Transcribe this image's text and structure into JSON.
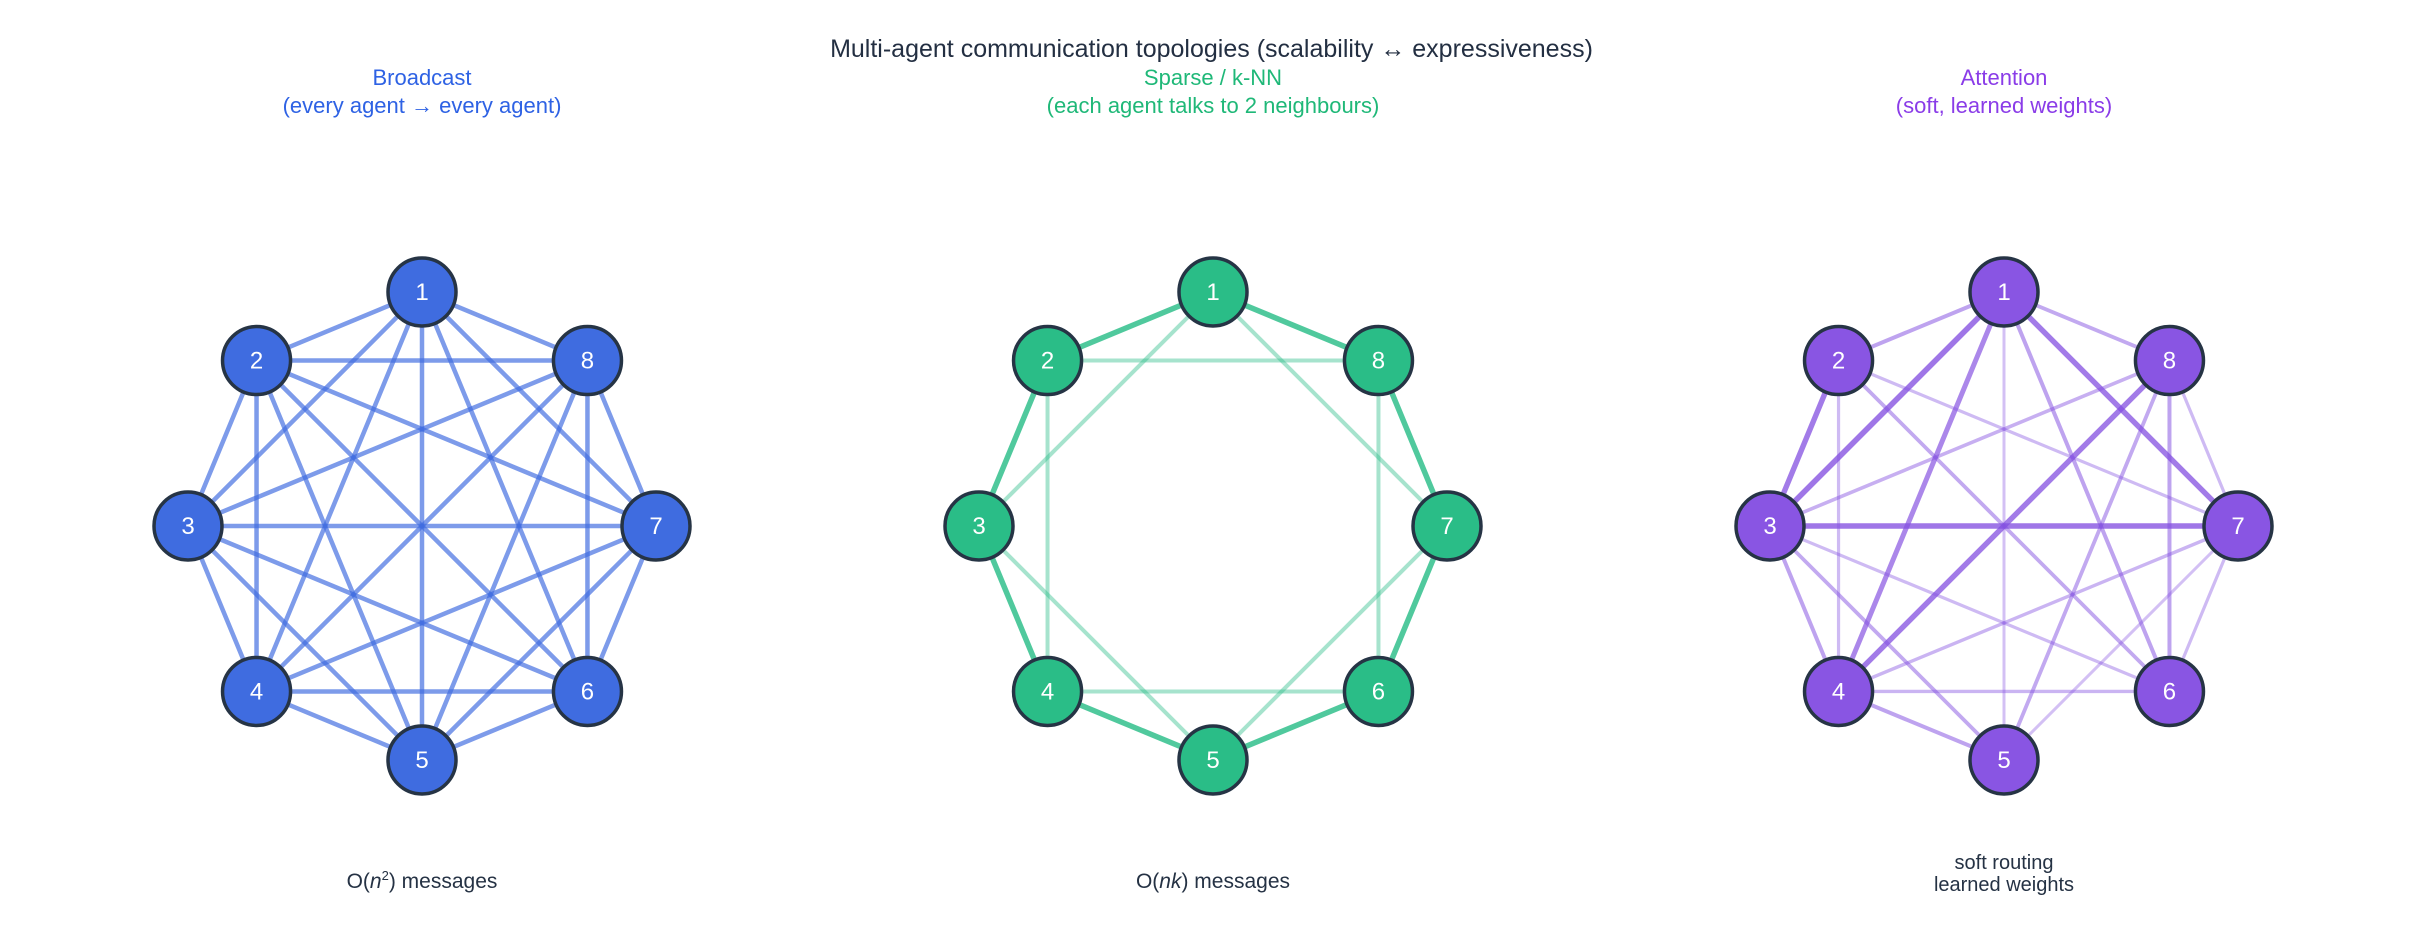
{
  "figure": {
    "title": "Multi-agent communication topologies (scalability ↔ expressiveness)",
    "title_color": "#232f42",
    "background": "#ffffff"
  },
  "node_labels": [
    "1",
    "2",
    "3",
    "4",
    "5",
    "6",
    "7",
    "8"
  ],
  "panels": [
    {
      "id": "broadcast",
      "subtitle_line1": "Broadcast",
      "subtitle_line2": "(every agent → every agent)",
      "accent": "#2e62e4",
      "node_fill": "#3f6ce0",
      "node_border": "#263445",
      "node_label_color": "#ffffff",
      "edge_color": "#3f6ce0",
      "edge_style": "complete",
      "edges_complete": [
        [
          1,
          2
        ],
        [
          1,
          3
        ],
        [
          1,
          4
        ],
        [
          1,
          5
        ],
        [
          1,
          6
        ],
        [
          1,
          7
        ],
        [
          1,
          8
        ],
        [
          2,
          3
        ],
        [
          2,
          4
        ],
        [
          2,
          5
        ],
        [
          2,
          6
        ],
        [
          2,
          7
        ],
        [
          2,
          8
        ],
        [
          3,
          4
        ],
        [
          3,
          5
        ],
        [
          3,
          6
        ],
        [
          3,
          7
        ],
        [
          3,
          8
        ],
        [
          4,
          5
        ],
        [
          4,
          6
        ],
        [
          4,
          7
        ],
        [
          4,
          8
        ],
        [
          5,
          6
        ],
        [
          5,
          7
        ],
        [
          5,
          8
        ],
        [
          6,
          7
        ],
        [
          6,
          8
        ],
        [
          7,
          8
        ]
      ],
      "caption": {
        "pre": "O(",
        "var": "n",
        "sup": "2",
        "post": ") messages",
        "line2": ""
      }
    },
    {
      "id": "sparse-knn",
      "subtitle_line1": "Sparse / k-NN",
      "subtitle_line2": "(each agent talks to 2 neighbours)",
      "accent": "#1fb878",
      "node_fill": "#2abd87",
      "node_border": "#263445",
      "node_label_color": "#ffffff",
      "edge_color": "#2abd87",
      "edge_style": "ring-skip",
      "edges_ring": [
        [
          1,
          2
        ],
        [
          2,
          3
        ],
        [
          3,
          4
        ],
        [
          4,
          5
        ],
        [
          5,
          6
        ],
        [
          6,
          7
        ],
        [
          7,
          8
        ],
        [
          8,
          1
        ]
      ],
      "edges_skip": [
        [
          1,
          3
        ],
        [
          2,
          4
        ],
        [
          3,
          5
        ],
        [
          4,
          6
        ],
        [
          5,
          7
        ],
        [
          6,
          8
        ],
        [
          7,
          1
        ],
        [
          8,
          2
        ]
      ],
      "caption": {
        "pre": "O(",
        "var": "nk",
        "sup": "",
        "post": ") messages",
        "line2": ""
      }
    },
    {
      "id": "attention",
      "subtitle_line1": "Attention",
      "subtitle_line2": "(soft, learned weights)",
      "accent": "#8a3ce8",
      "node_fill": "#8955e3",
      "node_border": "#263445",
      "node_label_color": "#ffffff",
      "edge_color": "#8450e0",
      "edge_style": "weighted",
      "edges_weighted": [
        {
          "s": 1,
          "t": 2,
          "w": 0.5
        },
        {
          "s": 1,
          "t": 3,
          "w": 0.9
        },
        {
          "s": 1,
          "t": 4,
          "w": 0.75
        },
        {
          "s": 1,
          "t": 5,
          "w": 0.25
        },
        {
          "s": 1,
          "t": 6,
          "w": 0.5
        },
        {
          "s": 1,
          "t": 7,
          "w": 0.85
        },
        {
          "s": 1,
          "t": 8,
          "w": 0.45
        },
        {
          "s": 2,
          "t": 3,
          "w": 0.85
        },
        {
          "s": 2,
          "t": 4,
          "w": 0.3
        },
        {
          "s": 2,
          "t": 6,
          "w": 0.45
        },
        {
          "s": 2,
          "t": 7,
          "w": 0.3
        },
        {
          "s": 3,
          "t": 4,
          "w": 0.5
        },
        {
          "s": 3,
          "t": 5,
          "w": 0.45
        },
        {
          "s": 3,
          "t": 6,
          "w": 0.3
        },
        {
          "s": 3,
          "t": 7,
          "w": 0.9
        },
        {
          "s": 3,
          "t": 8,
          "w": 0.4
        },
        {
          "s": 4,
          "t": 5,
          "w": 0.5
        },
        {
          "s": 4,
          "t": 6,
          "w": 0.35
        },
        {
          "s": 4,
          "t": 7,
          "w": 0.35
        },
        {
          "s": 4,
          "t": 8,
          "w": 0.85
        },
        {
          "s": 5,
          "t": 7,
          "w": 0.25
        },
        {
          "s": 5,
          "t": 8,
          "w": 0.45
        },
        {
          "s": 6,
          "t": 7,
          "w": 0.3
        },
        {
          "s": 6,
          "t": 8,
          "w": 0.5
        },
        {
          "s": 7,
          "t": 8,
          "w": 0.3
        }
      ],
      "caption": {
        "pre": "soft routing",
        "var": "",
        "sup": "",
        "post": "",
        "line2": "learned weights"
      }
    }
  ]
}
